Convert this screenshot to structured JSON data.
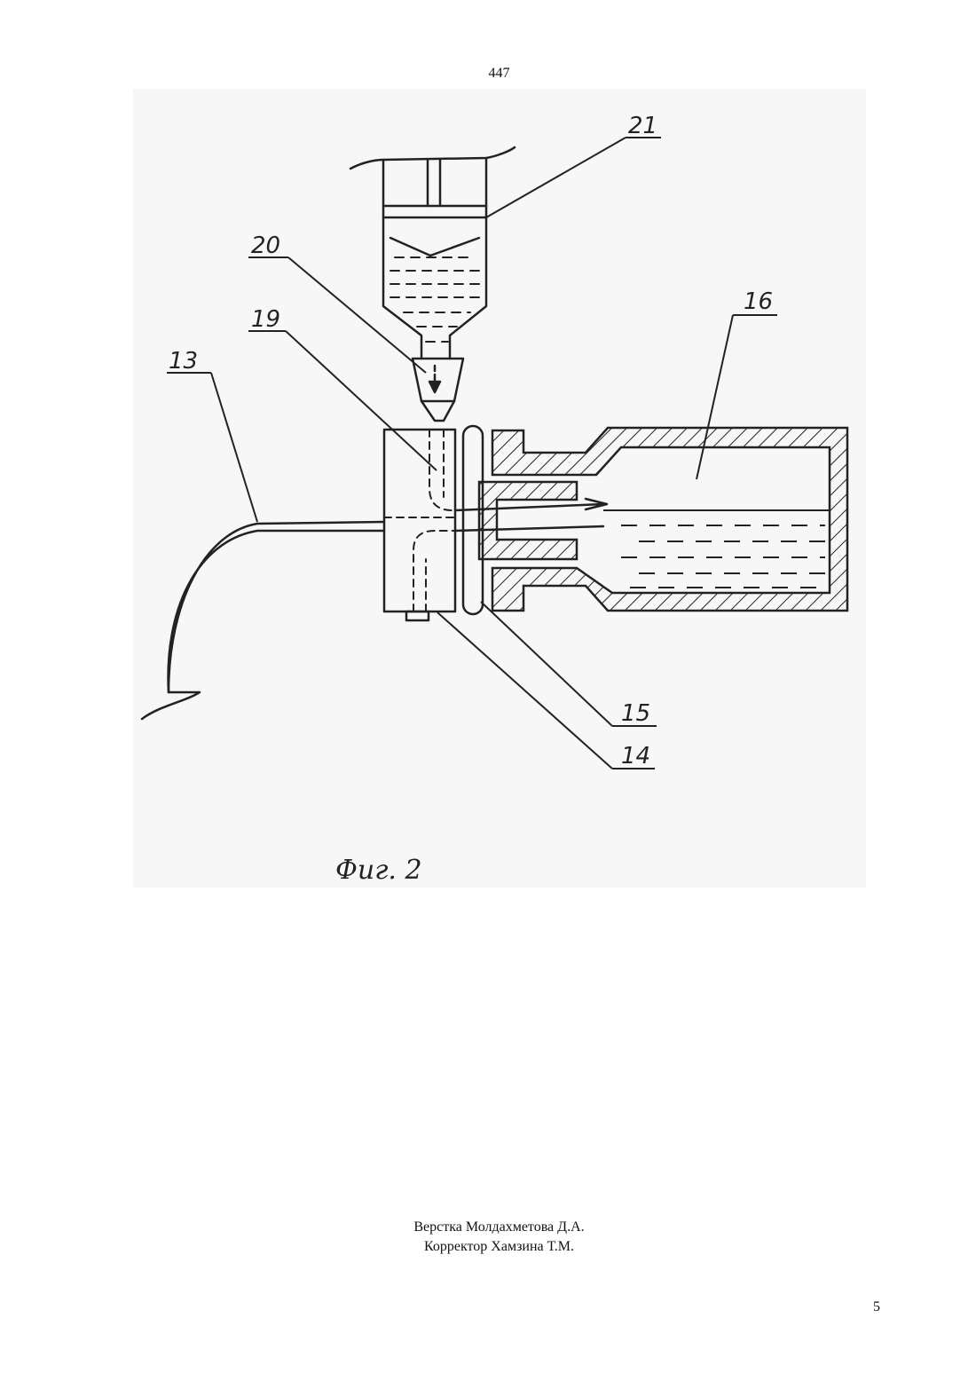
{
  "header": {
    "number": "447"
  },
  "figure": {
    "caption": "Фиг. 2",
    "labels": {
      "l21": "21",
      "l20": "20",
      "l19": "19",
      "l16": "16",
      "l13": "13",
      "l15": "15",
      "l14": "14"
    }
  },
  "credits": {
    "layout": "Верстка Молдахметова Д.А.",
    "corrector": "Корректор Хамзина Т.М."
  },
  "footer": {
    "page": "5"
  }
}
